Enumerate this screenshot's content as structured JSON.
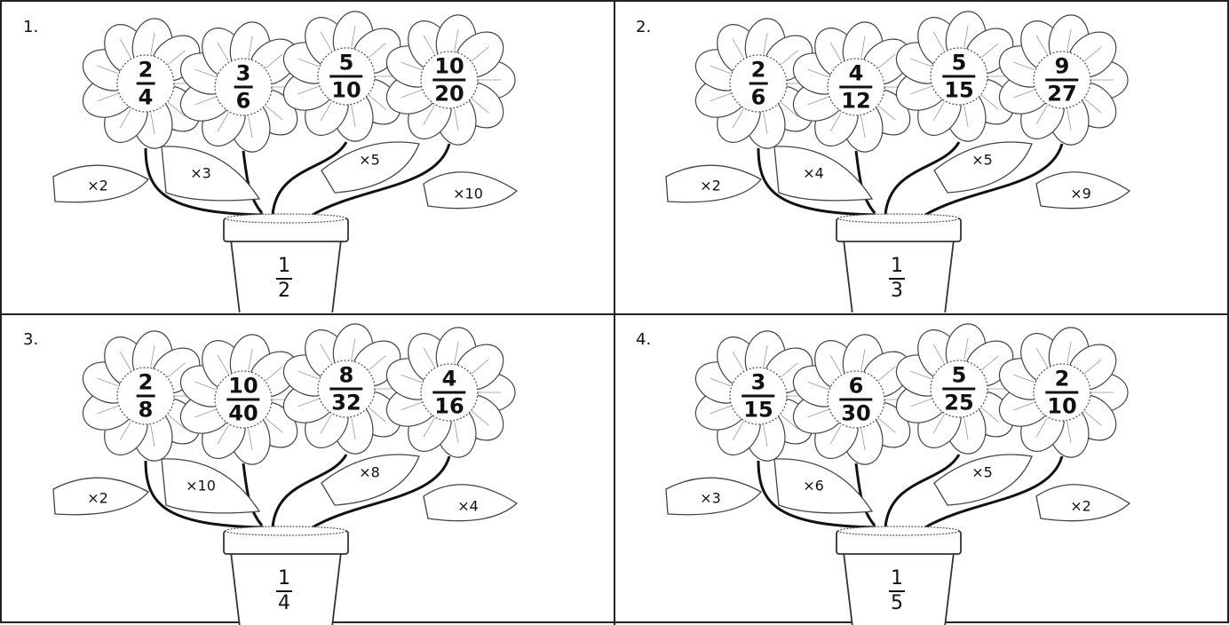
{
  "worksheet": {
    "panels": [
      {
        "number": "1.",
        "pot": {
          "numerator": "1",
          "denominator": "2"
        },
        "flowers": [
          {
            "numerator": "2",
            "denominator": "4"
          },
          {
            "numerator": "3",
            "denominator": "6"
          },
          {
            "numerator": "5",
            "denominator": "10"
          },
          {
            "numerator": "10",
            "denominator": "20"
          }
        ],
        "leaves": [
          "×2",
          "×3",
          "×5",
          "×10"
        ]
      },
      {
        "number": "2.",
        "pot": {
          "numerator": "1",
          "denominator": "3"
        },
        "flowers": [
          {
            "numerator": "2",
            "denominator": "6"
          },
          {
            "numerator": "4",
            "denominator": "12"
          },
          {
            "numerator": "5",
            "denominator": "15"
          },
          {
            "numerator": "9",
            "denominator": "27"
          }
        ],
        "leaves": [
          "×2",
          "×4",
          "×5",
          "×9"
        ]
      },
      {
        "number": "3.",
        "pot": {
          "numerator": "1",
          "denominator": "4"
        },
        "flowers": [
          {
            "numerator": "2",
            "denominator": "8"
          },
          {
            "numerator": "10",
            "denominator": "40"
          },
          {
            "numerator": "8",
            "denominator": "32"
          },
          {
            "numerator": "4",
            "denominator": "16"
          }
        ],
        "leaves": [
          "×2",
          "×10",
          "×8",
          "×4"
        ]
      },
      {
        "number": "4.",
        "pot": {
          "numerator": "1",
          "denominator": "5"
        },
        "flowers": [
          {
            "numerator": "3",
            "denominator": "15"
          },
          {
            "numerator": "6",
            "denominator": "30"
          },
          {
            "numerator": "5",
            "denominator": "25"
          },
          {
            "numerator": "2",
            "denominator": "10"
          }
        ],
        "leaves": [
          "×3",
          "×6",
          "×5",
          "×2"
        ]
      }
    ]
  }
}
